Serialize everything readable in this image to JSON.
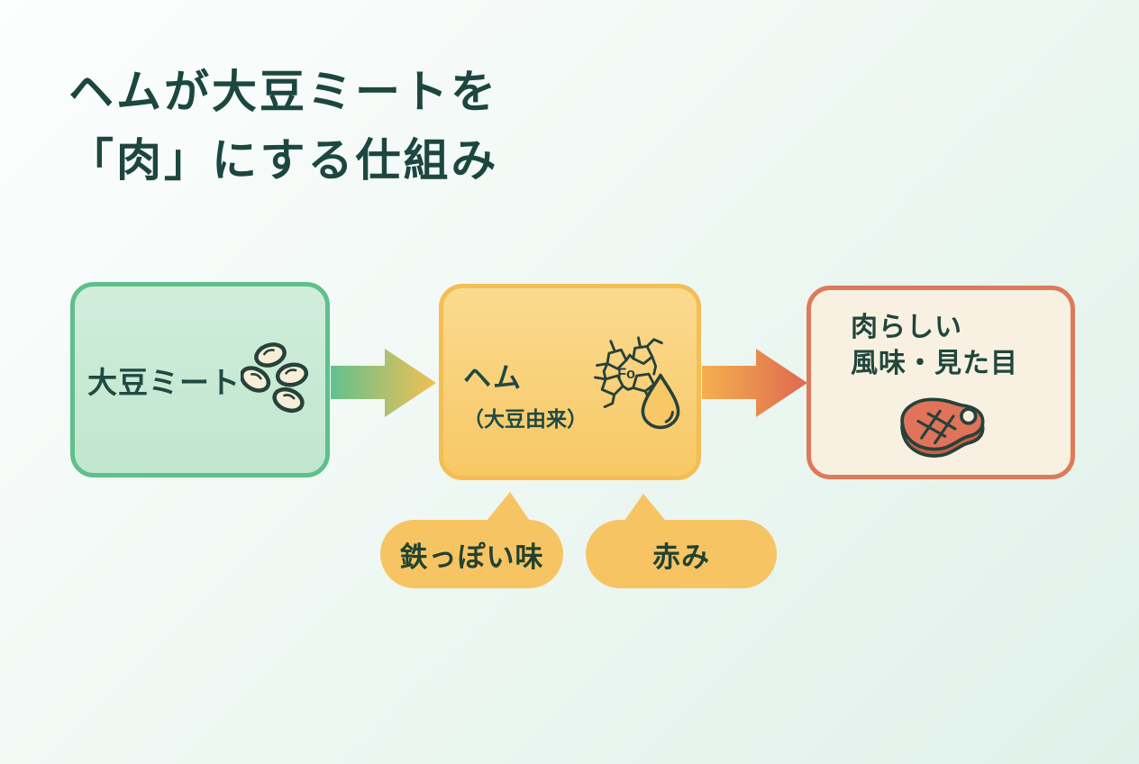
{
  "title": {
    "line1": "ヘムが大豆ミートを",
    "line2": "「肉」にする仕組み"
  },
  "flow": {
    "soy_box": {
      "label": "大豆ミート",
      "icon": "soybeans"
    },
    "heme_box": {
      "name": "ヘム",
      "origin": "（大豆由来）",
      "molecule_center_label": "Fo",
      "icons": [
        "heme-molecule",
        "oil-droplet"
      ]
    },
    "result_box": {
      "label_line1": "肉らしい",
      "label_line2": "風味・見た目",
      "icon": "steak"
    }
  },
  "callouts": [
    {
      "label": "鉄っぽい味"
    },
    {
      "label": "赤み"
    }
  ],
  "colors": {
    "background_top": "#FDFEFE",
    "background_bottom": "#DFF1EA",
    "title_text": "#1C473F",
    "soy_box_fill": "#C8EAD4",
    "soy_box_border": "#5FBF8D",
    "heme_box_fill": "#F9CF79",
    "heme_box_border": "#F4BE55",
    "result_box_fill": "#F8F1E2",
    "result_box_border": "#DD7A5B",
    "callout_fill": "#F7C464",
    "arrow_green": "#62C18E",
    "arrow_yellow": "#F2BF53",
    "arrow_red": "#DE6950",
    "outline_dark": "#26423A",
    "bean_fill": "#F7EED7",
    "steak_fill": "#E0745B",
    "droplet_fill": "#F8C766"
  }
}
